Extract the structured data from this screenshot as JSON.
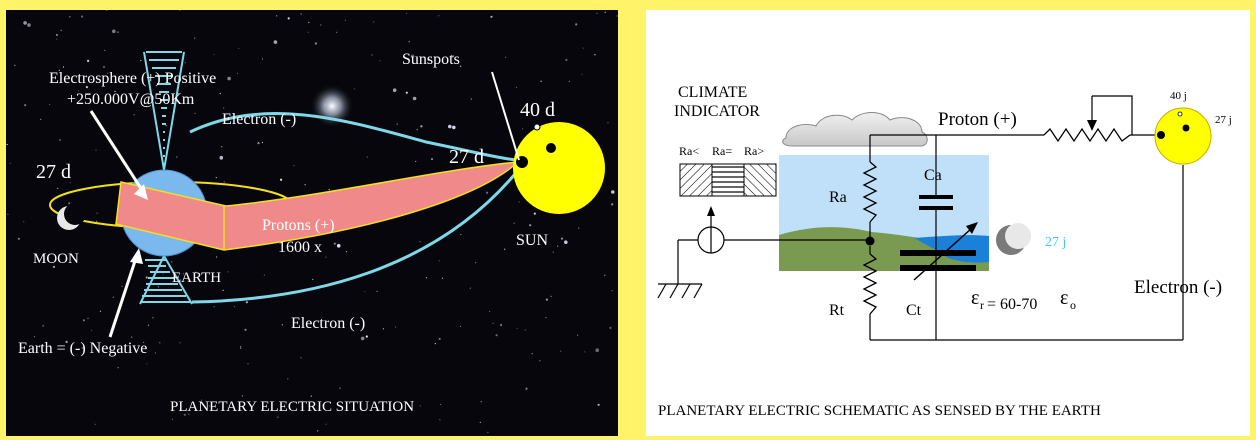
{
  "left_panel": {
    "caption": "PLANETARY ELECTRIC SITUATION",
    "electrosphere": "Electrosphere (+) Positive",
    "voltage": "+250.000V@50Km",
    "electron_top": "Electron (-)",
    "electron_bottom": "Electron (-)",
    "protons": "Protons (+)",
    "protons_mult": "1600 x",
    "sunspots": "Sunspots",
    "days_sun_top": "40 d",
    "days_sun_side": "27 d",
    "days_earth": "27 d",
    "moon": "MOON",
    "earth": "EARTH",
    "sun": "SUN",
    "earth_negative": "Earth = (-) Negative"
  },
  "right_panel": {
    "caption": "PLANETARY ELECTRIC SCHEMATIC AS SENSED BY THE EARTH",
    "climate_1": "CLIMATE",
    "climate_2": "INDICATOR",
    "ra_less": "Ra<",
    "ra_eq": "Ra=",
    "ra_more": "Ra>",
    "proton": "Proton (+)",
    "electron": "Electron (-)",
    "ra": "Ra",
    "ca": "Ca",
    "rt": "Rt",
    "ct": "Ct",
    "eps_r": "r",
    "eps_eq": " = 60-70",
    "eps_o": "o",
    "sun_40": "40 j",
    "sun_27": "27 j",
    "moon_27": "27 j"
  },
  "colors": {
    "background_frame": "#fff36a",
    "sun": "#ffff00",
    "proton_band": "#f08a8a",
    "electron_line": "#7fd8e8",
    "earth": "#7ab8ee",
    "sky": "#bfe0f8",
    "sea": "#1a80d8",
    "land": "#7a9a52"
  }
}
